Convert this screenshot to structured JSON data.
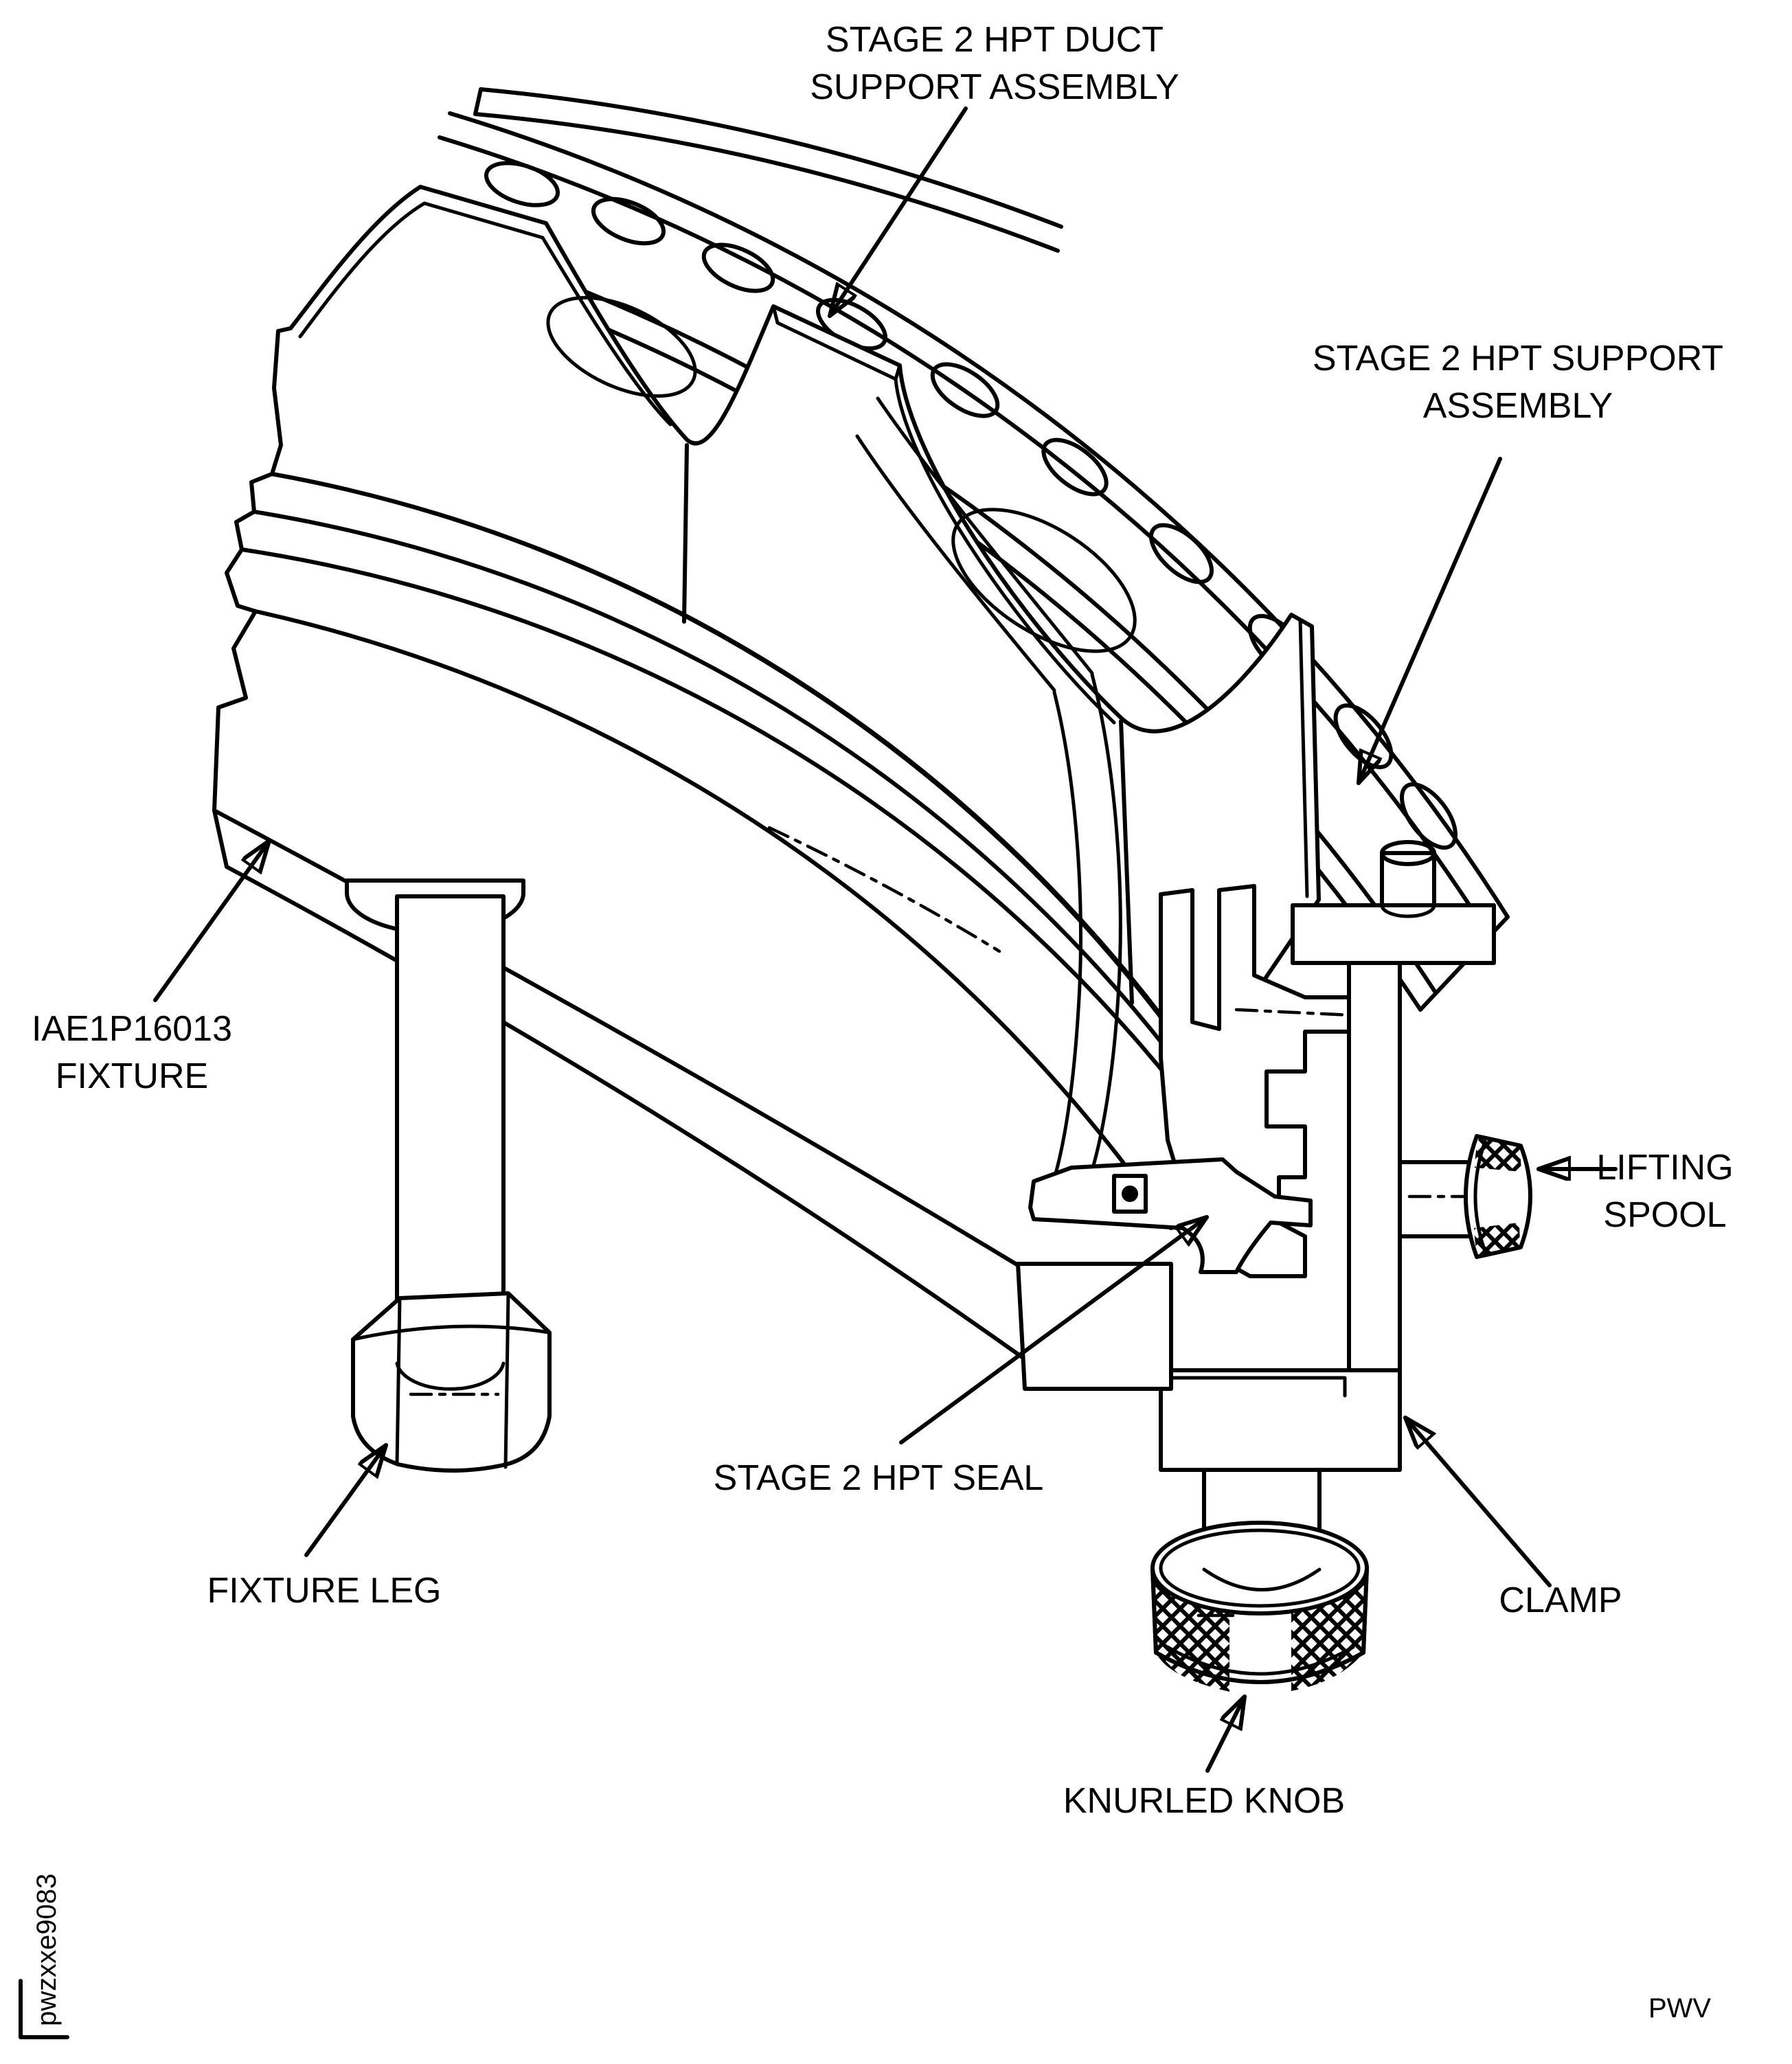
{
  "figure": {
    "description": "Isometric cutaway illustration of stage 2 HPT duct support assembly held in fixture",
    "colors": {
      "ink": "#000000",
      "paper": "#ffffff"
    },
    "labels": {
      "duct_support": {
        "line1": "STAGE 2 HPT DUCT",
        "line2": "SUPPORT ASSEMBLY"
      },
      "hpt_support": {
        "line1": "STAGE 2 HPT SUPPORT",
        "line2": "ASSEMBLY"
      },
      "fixture": {
        "line1": "IAE1P16013",
        "line2": "FIXTURE"
      },
      "lifting_spool": {
        "line1": "LIFTING",
        "line2": "SPOOL"
      },
      "seal": {
        "line1": "STAGE 2 HPT SEAL"
      },
      "fixture_leg": {
        "line1": "FIXTURE LEG"
      },
      "clamp": {
        "line1": "CLAMP"
      },
      "knurled_knob": {
        "line1": "KNURLED KNOB"
      }
    },
    "footer": {
      "figure_id": "pwzxxe9083",
      "page_code": "PWV"
    }
  }
}
